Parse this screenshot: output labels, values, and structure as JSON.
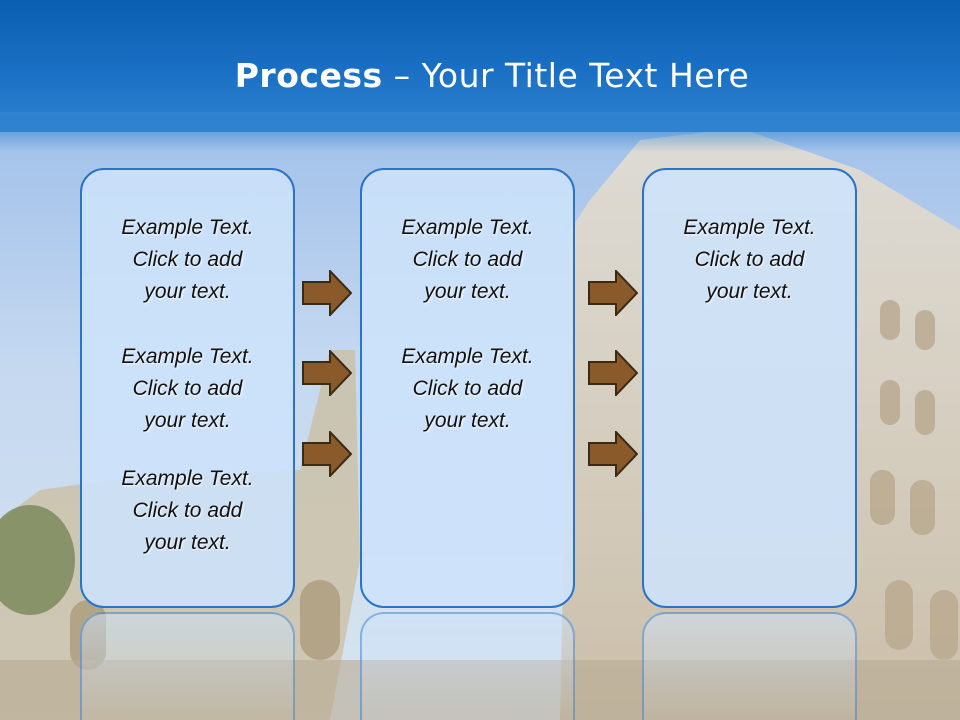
{
  "title": {
    "strong": "Process",
    "rest": "– Your Title Text Here"
  },
  "panels": [
    {
      "blocks": [
        [
          "Example Text.",
          "Click  to add",
          "your text."
        ],
        [
          "Example Text.",
          "Click  to add",
          "your text."
        ],
        [
          "Example Text.",
          "Click  to add",
          "your text."
        ]
      ]
    },
    {
      "blocks": [
        [
          "Example Text.",
          "Click  to add",
          "your text."
        ],
        [
          "Example Text.",
          "Click  to add",
          "your text."
        ]
      ]
    },
    {
      "blocks": [
        [
          "Example Text.",
          "Click  to add",
          "your text."
        ]
      ]
    }
  ],
  "colors": {
    "header": "#0b5fb3",
    "panel_border": "#2a73c8",
    "panel_fill": "#cde2fa",
    "arrow_fill": "#8b5a2b",
    "arrow_stroke": "#3b2a14"
  }
}
